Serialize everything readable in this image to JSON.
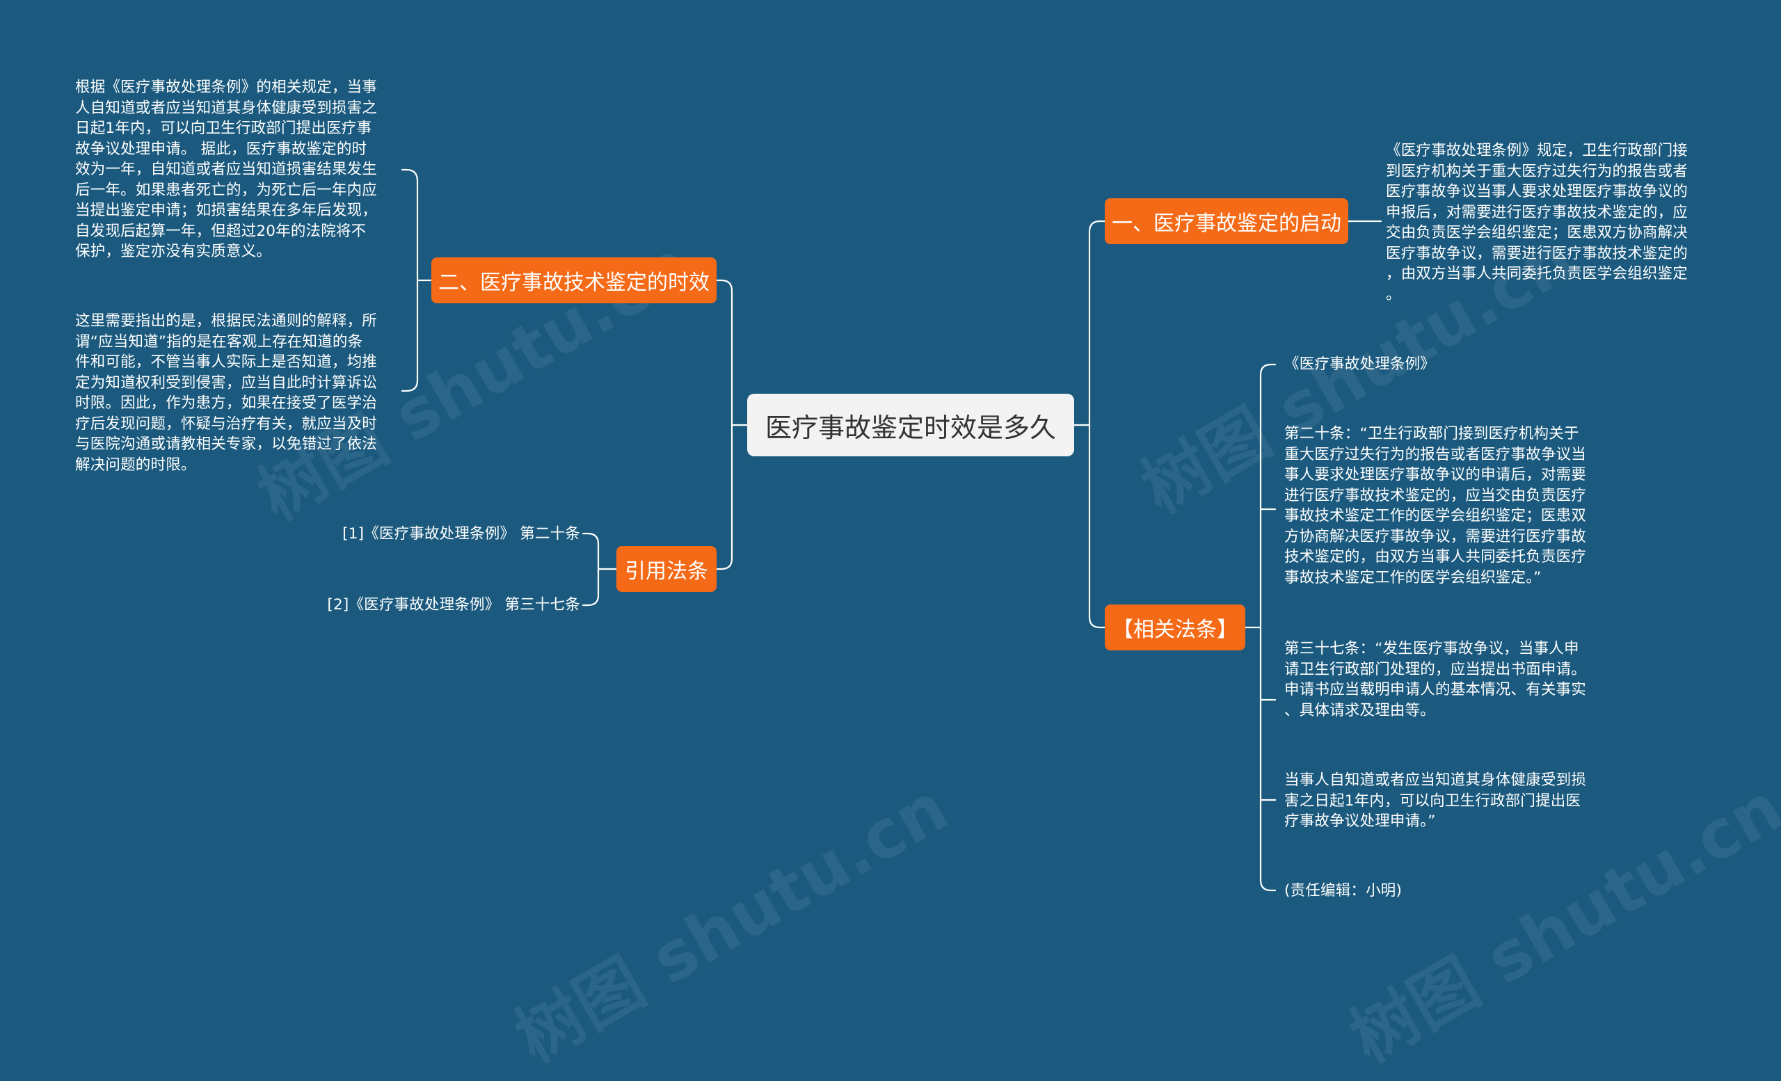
{
  "root": {
    "label": "医疗事故鉴定时效是多久"
  },
  "branches": {
    "b1": {
      "label": "一、医疗事故鉴定的启动"
    },
    "b2": {
      "label": "二、医疗事故技术鉴定的时效"
    },
    "b3": {
      "label": "【相关法条】"
    },
    "b4": {
      "label": "引用法条"
    }
  },
  "leaves": {
    "b1_text": "《医疗事故处理条例》规定，卫生行政部门接\n到医疗机构关于重大医疗过失行为的报告或者\n医疗事故争议当事人要求处理医疗事故争议的\n申报后，对需要进行医疗事故技术鉴定的，应\n交由负责医学会组织鉴定；医患双方协商解决\n医疗事故争议，需要进行医疗事故技术鉴定的\n，由双方当事人共同委托负责医学会组织鉴定\n。",
    "b2_text1": "根据《医疗事故处理条例》的相关规定，当事\n人自知道或者应当知道其身体健康受到损害之\n日起1年内，可以向卫生行政部门提出医疗事\n故争议处理申请。 据此，医疗事故鉴定的时\n效为一年，自知道或者应当知道损害结果发生\n后一年。如果患者死亡的，为死亡后一年内应\n当提出鉴定申请；如损害结果在多年后发现，\n自发现后起算一年，但超过20年的法院将不\n保护，鉴定亦没有实质意义。",
    "b2_text2": "这里需要指出的是，根据民法通则的解释，所\n谓“应当知道”指的是在客观上存在知道的条\n件和可能，不管当事人实际上是否知道，均推\n定为知道权利受到侵害，应当自此时计算诉讼\n时限。因此，作为患方，如果在接受了医学治\n疗后发现问题，怀疑与治疗有关，就应当及时\n与医院沟通或请教相关专家，以免错过了依法\n解决问题的时限。",
    "b3_law_title": "《医疗事故处理条例》",
    "b3_art20": "第二十条：“卫生行政部门接到医疗机构关于\n重大医疗过失行为的报告或者医疗事故争议当\n事人要求处理医疗事故争议的申请后，对需要\n进行医疗事故技术鉴定的，应当交由负责医疗\n事故技术鉴定工作的医学会组织鉴定；医患双\n方协商解决医疗事故争议，需要进行医疗事故\n技术鉴定的，由双方当事人共同委托负责医疗\n事故技术鉴定工作的医学会组织鉴定。”",
    "b3_art37": "第三十七条：“发生医疗事故争议，当事人申\n请卫生行政部门处理的，应当提出书面申请。\n申请书应当载明申请人的基本情况、有关事实\n、具体请求及理由等。",
    "b3_art37b": "当事人自知道或者应当知道其身体健康受到损\n害之日起1年内，可以向卫生行政部门提出医\n疗事故争议处理申请。”",
    "b3_editor": "(责任编辑：小明)",
    "b4_ref1": "[1]《医疗事故处理条例》 第二十条",
    "b4_ref2": "[2]《医疗事故处理条例》 第三十七条"
  },
  "watermark": "树图 shutu.cn",
  "colors": {
    "background": "#1b5a7e",
    "branch": "#f56a17",
    "root": "#f3f3f3",
    "line": "#ffffff"
  }
}
